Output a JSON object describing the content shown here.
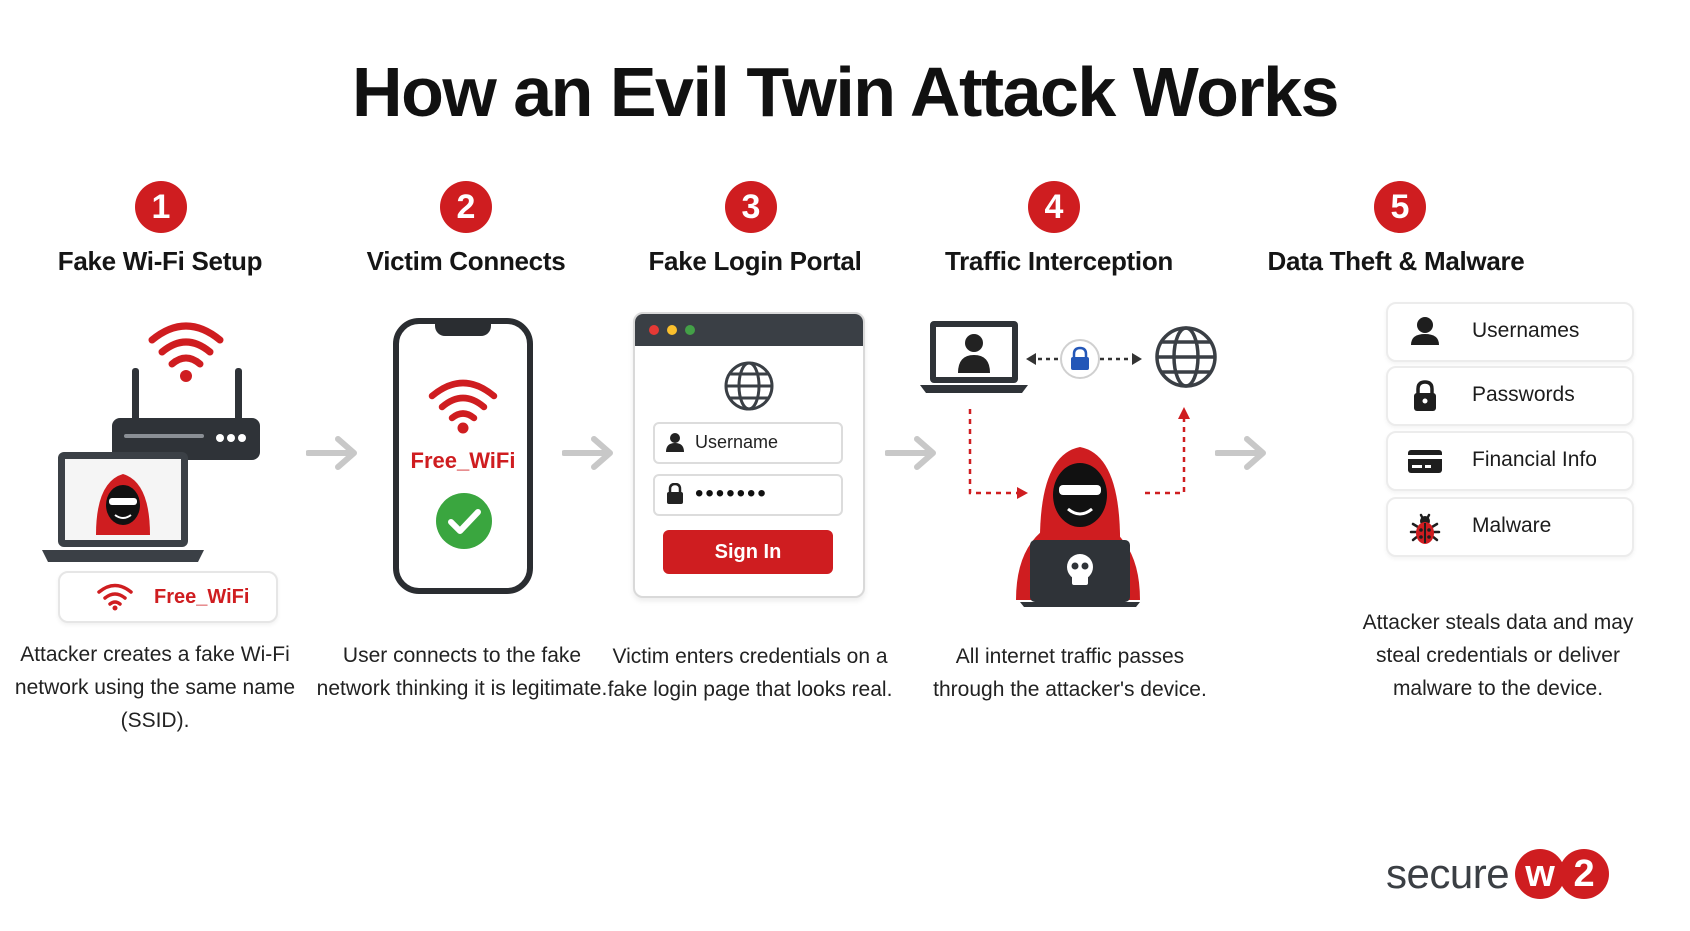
{
  "title": "How an Evil Twin Attack Works",
  "colors": {
    "accent": "#cf1d20",
    "dark": "#2f3338",
    "success": "#3aa63f",
    "arrow": "#c8c8c8"
  },
  "steps": [
    {
      "number": "1",
      "title": "Fake Wi-Fi Setup",
      "description": "Attacker creates a fake Wi-Fi network using the same name (SSID).",
      "ssid_label": "Free_WiFi"
    },
    {
      "number": "2",
      "title": "Victim Connects",
      "description": "User connects to the fake network thinking it is legitimate.",
      "ssid_label": "Free_WiFi"
    },
    {
      "number": "3",
      "title": "Fake Login Portal",
      "description": "Victim enters credentials on a fake login page that looks real.",
      "username_placeholder": "Username",
      "password_mask": "•••••••",
      "sign_in_label": "Sign In"
    },
    {
      "number": "4",
      "title": "Traffic Interception",
      "description": "All internet traffic passes through the attacker's device."
    },
    {
      "number": "5",
      "title": "Data Theft & Malware",
      "description": "Attacker steals data and may steal credentials or deliver malware to the device.",
      "items": [
        {
          "label": "Usernames",
          "icon": "user-icon"
        },
        {
          "label": "Passwords",
          "icon": "lock-icon"
        },
        {
          "label": "Financial Info",
          "icon": "credit-card-icon"
        },
        {
          "label": "Malware",
          "icon": "bug-icon"
        }
      ]
    }
  ],
  "brand": {
    "text": "secure",
    "badge_letter": "w",
    "badge_number": "2"
  }
}
